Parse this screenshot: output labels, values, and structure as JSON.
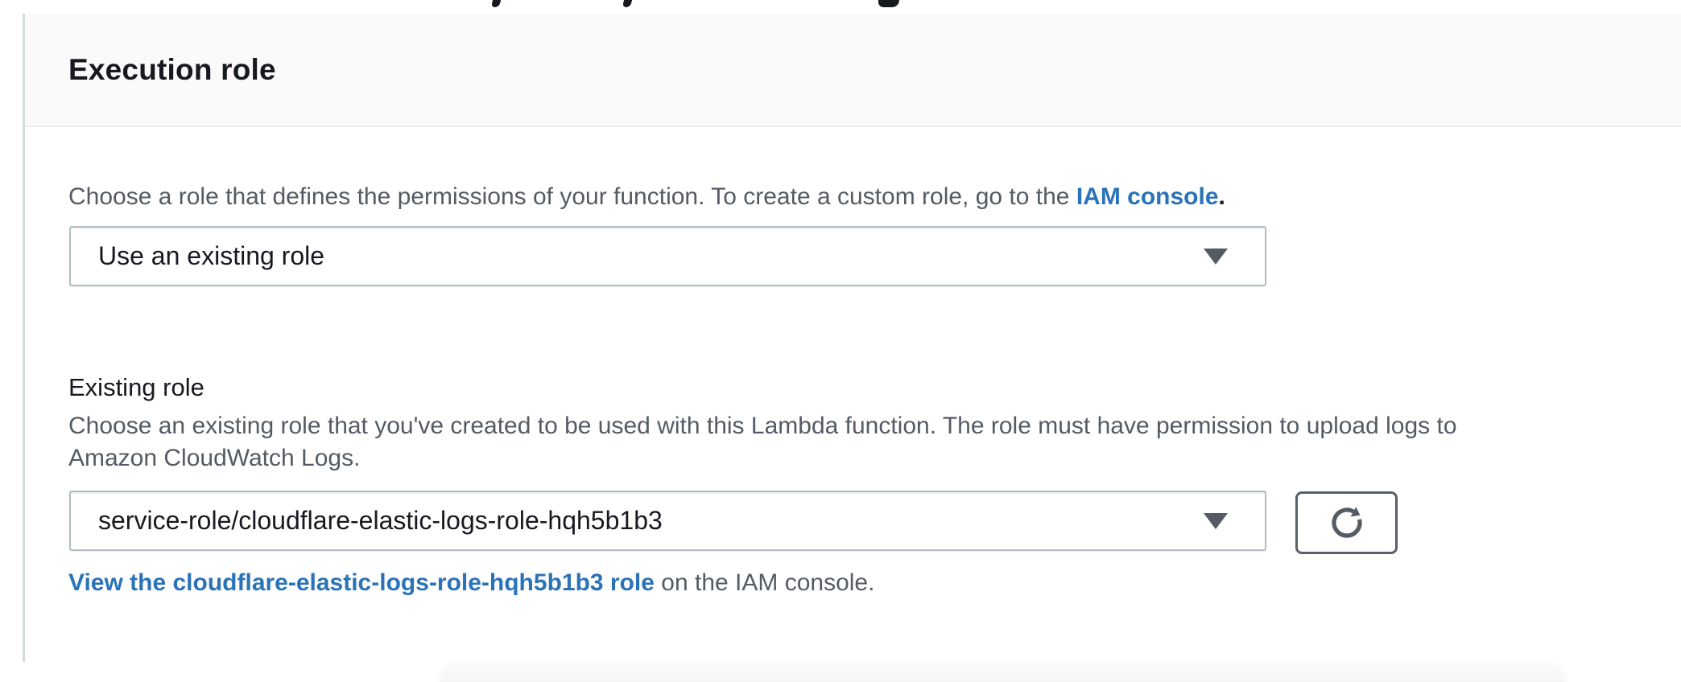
{
  "panel": {
    "title": "Execution role",
    "intro": {
      "text_before_link": "Choose a role that defines the permissions of your function. To create a custom role, go to the ",
      "link_text": "IAM console",
      "text_after_link": "."
    },
    "role_source_select": {
      "value": "Use an existing role"
    },
    "existing_role_field": {
      "label": "Existing role",
      "help_line1": "Choose an existing role that you've created to be used with this Lambda function. The role must have permission to upload logs to",
      "help_line2": "Amazon CloudWatch Logs.",
      "select_value": "service-role/cloudflare-elastic-logs-role-hqh5b1b3"
    },
    "view_role_link": {
      "link_text": "View the cloudflare-elastic-logs-role-hqh5b1b3 role",
      "suffix_text": " on the IAM console."
    }
  },
  "icons": {
    "dropdown_caret": "chevron-down-filled-triangle",
    "refresh": "refresh-circular-arrow"
  },
  "colors": {
    "link_blue": "#2b73b8",
    "body_gray": "#545b64",
    "text_dark": "#16191f",
    "select_border": "#b0bcbf",
    "button_border": "#596068",
    "header_bg": "#fafafa",
    "divider": "#eaeded"
  }
}
